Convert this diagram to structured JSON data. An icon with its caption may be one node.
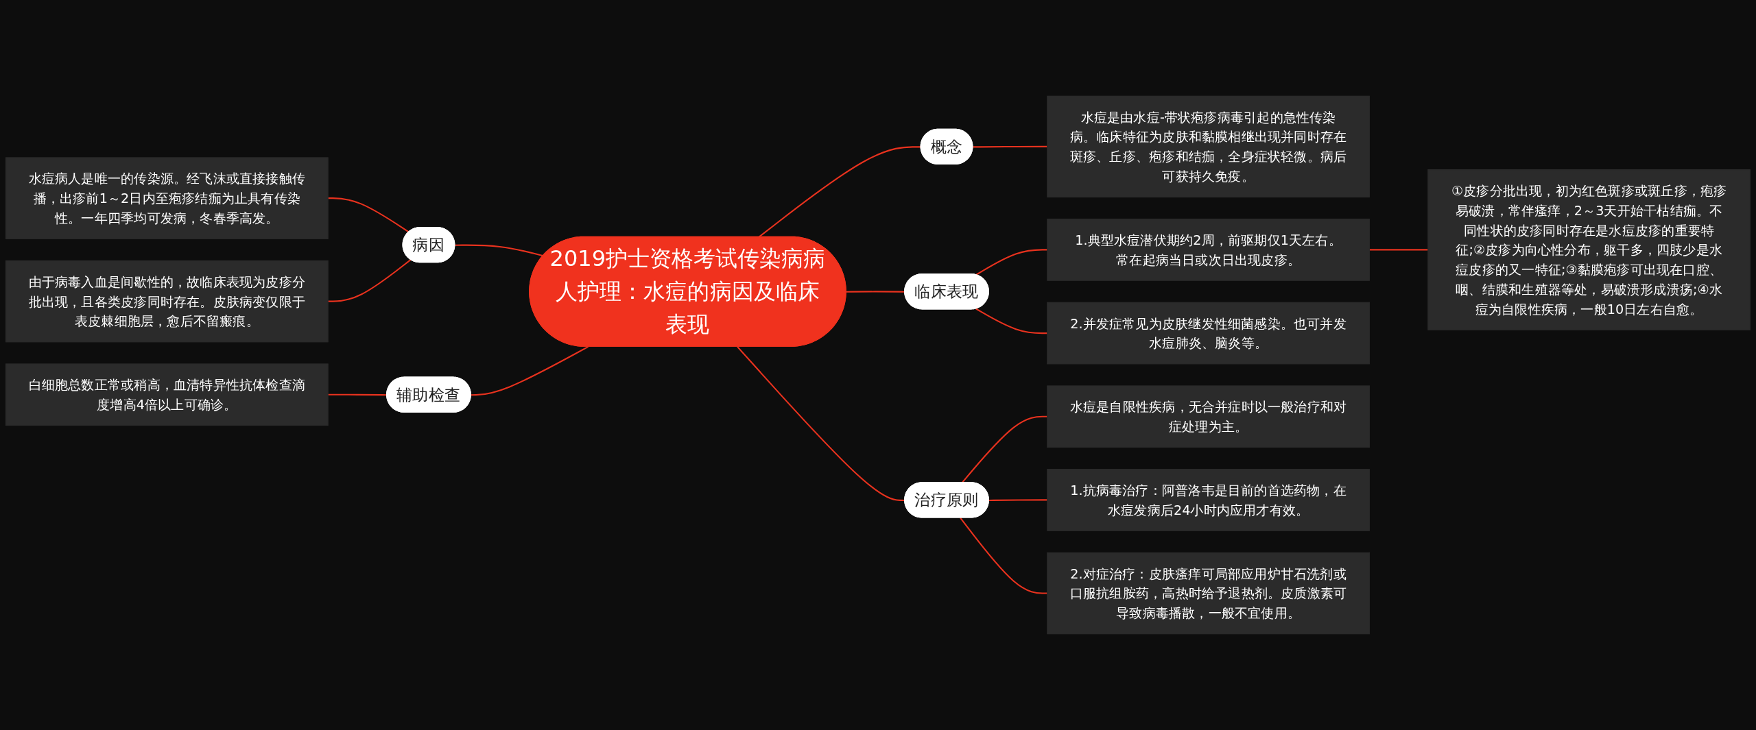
{
  "diagram": {
    "nodes": [
      {
        "text": [
          "2019护士资格考试传染病病人护理：水痘的病因及临床表现"
        ]
      },
      {
        "text": [
          "概念"
        ]
      },
      {
        "text": [
          "水痘是由水痘-带状疱疹病毒引起的急性传染病。临床特征为皮肤和黏膜相继出现并同时存在斑疹、丘疹、疱疹和结痂，全身症状轻微。病后可获持久免疫。"
        ]
      },
      {
        "text": [
          "病因"
        ]
      },
      {
        "text": [
          "水痘病人是唯一的传染源。经飞沫或直接接触传播，出疹前1～2日内至疱疹结痂为止具有传染性。一年四季均可发病，冬春季高发。"
        ]
      },
      {
        "text": [
          "由于病毒入血是间歇性的，故临床表现为皮疹分批出现，且各类皮疹同时存在。皮肤病变仅限于表皮棘细胞层，愈后不留瘢痕。"
        ]
      },
      {
        "text": [
          "辅助检查"
        ]
      },
      {
        "text": [
          "白细胞总数正常或稍高，血清特异性抗体检查滴度增高4倍以上可确诊。"
        ]
      },
      {
        "text": [
          "临床表现"
        ]
      },
      {
        "text": [
          "1.典型水痘潜伏期约2周，前驱期仅1天左右。常在起病当日或次日出现皮疹。"
        ]
      },
      {
        "text": [
          "①皮疹分批出现，初为红色斑疹或斑丘疹，疱疹易破溃，常伴瘙痒，2～3天开始干枯结痂。不同性状的皮疹同时存在是水痘皮疹的重要特征;②皮疹为向心性分布，躯干多，四肢少是水痘皮疹的又一特征;③黏膜疱疹可出现在口腔、咽、结膜和生殖器等处，易破溃形成溃疡;④水痘为自限性疾病，一般10日左右自愈。"
        ]
      },
      {
        "text": [
          "2.并发症常见为皮肤继发性细菌感染。也可并发水痘肺炎、脑炎等。"
        ]
      },
      {
        "text": [
          "治疗原则"
        ]
      },
      {
        "text": [
          "水痘是自限性疾病，无合并症时以一般治疗和对症处理为主。"
        ]
      },
      {
        "text": [
          "1.抗病毒治疗：阿普洛韦是目前的首选药物，在水痘发病后24小时内应用才有效。"
        ]
      },
      {
        "text": [
          "2.对症治疗：皮肤瘙痒可局部应用炉甘石洗剂或口服抗组胺药，高热时给予退热剂。皮质激素可导致病毒播散，一般不宜使用。"
        ]
      }
    ],
    "edges": [
      {
        "from": 0,
        "to": 1,
        "arrow": "none"
      },
      {
        "from": 1,
        "to": 2,
        "arrow": "none"
      },
      {
        "from": 0,
        "to": 3,
        "arrow": "none"
      },
      {
        "from": 3,
        "to": 4,
        "arrow": "none"
      },
      {
        "from": 3,
        "to": 5,
        "arrow": "none"
      },
      {
        "from": 0,
        "to": 6,
        "arrow": "none"
      },
      {
        "from": 6,
        "to": 7,
        "arrow": "none"
      },
      {
        "from": 0,
        "to": 8,
        "arrow": "none"
      },
      {
        "from": 8,
        "to": 9,
        "arrow": "none"
      },
      {
        "from": 9,
        "to": 10,
        "arrow": "none"
      },
      {
        "from": 8,
        "to": 11,
        "arrow": "none"
      },
      {
        "from": 0,
        "to": 12,
        "arrow": "none"
      },
      {
        "from": 12,
        "to": 13,
        "arrow": "none"
      },
      {
        "from": 12,
        "to": 14,
        "arrow": "none"
      },
      {
        "from": 12,
        "to": 15,
        "arrow": "none"
      }
    ]
  }
}
